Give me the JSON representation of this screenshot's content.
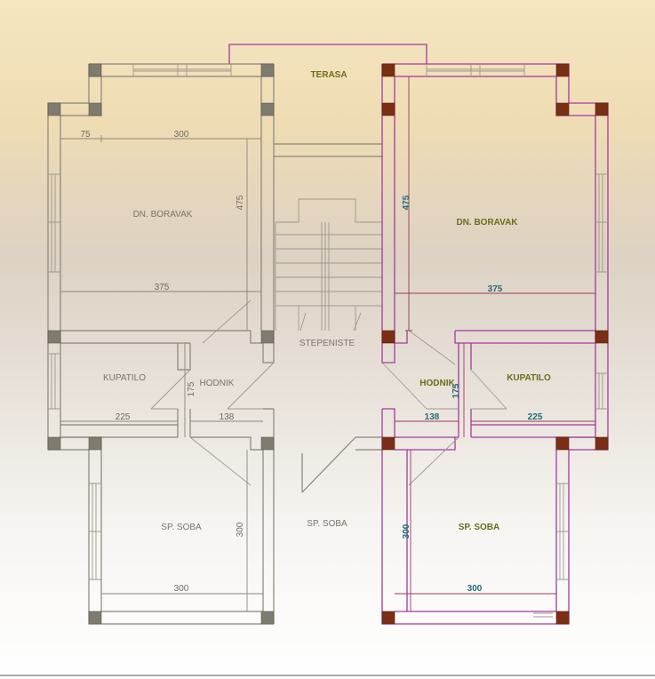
{
  "rooms": {
    "terasa": "TERASA",
    "left_living": "DN. BORAVAK",
    "right_living": "DN. BORAVAK",
    "stairs": "STEPENISTE",
    "left_bath": "KUPATILO",
    "right_bath": "KUPATILO",
    "left_hall": "HODNIK",
    "right_hall": "HODNIK",
    "left_bedroom": "SP. SOBA",
    "center_bedroom": "SP. SOBA",
    "right_bedroom": "SP. SOBA"
  },
  "dimensions": {
    "l_top_a": "75",
    "l_top_b": "300",
    "l_living_height": "475",
    "l_living_width": "375",
    "l_bath_width": "225",
    "l_hall_height": "175",
    "l_hall_width": "138",
    "l_bed_height": "300",
    "l_bed_width": "300",
    "r_living_height": "475",
    "r_living_width": "375",
    "r_hall_height": "175",
    "r_hall_width": "138",
    "r_bath_width": "225",
    "r_bed_height": "300",
    "r_bed_width": "300"
  },
  "colors": {
    "wall_left": "#8a8478",
    "wall_right": "#a33aa0",
    "column_left": "#7f7b6e",
    "column_right": "#7a2e14",
    "label_right": "#6b6e1c",
    "dim_right": "#1f6d7a"
  }
}
